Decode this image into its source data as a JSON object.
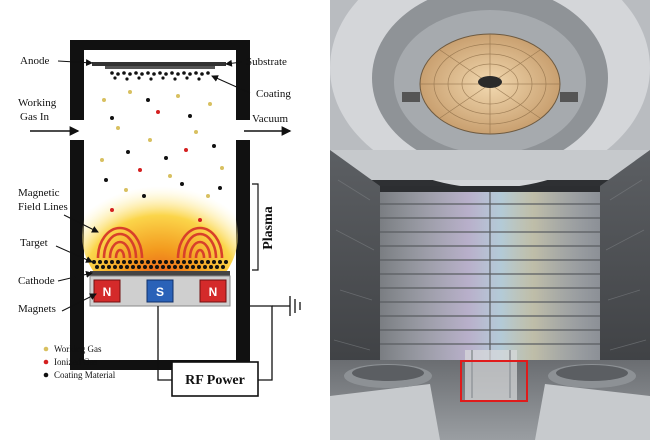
{
  "diagram": {
    "labels": {
      "anode": "Anode",
      "substrate": "Substrate",
      "coating": "Coating",
      "working_gas_in_1": "Working",
      "working_gas_in_2": "Gas In",
      "vacuum": "Vacuum",
      "magnetic_field_lines_1": "Magnetic",
      "magnetic_field_lines_2": "Field Lines",
      "target": "Target",
      "cathode": "Cathode",
      "magnets": "Magnets",
      "plasma": "Plasma",
      "rf_power": "RF Power"
    },
    "magnets": [
      "N",
      "S",
      "N"
    ],
    "legend": [
      {
        "label": "Working Gas",
        "color": "#d8c060"
      },
      {
        "label": "Ionized Gas",
        "color": "#d42020"
      },
      {
        "label": "Coating Material",
        "color": "#111111"
      }
    ],
    "colors": {
      "magnet_n": "#d42a2a",
      "magnet_s": "#2a62b8",
      "field_lines": "#d8402a",
      "plasma_core": "#f08a1c",
      "plasma_edge": "#fff6b0"
    }
  },
  "photo": {
    "highlight_color": "#e01b1b"
  }
}
